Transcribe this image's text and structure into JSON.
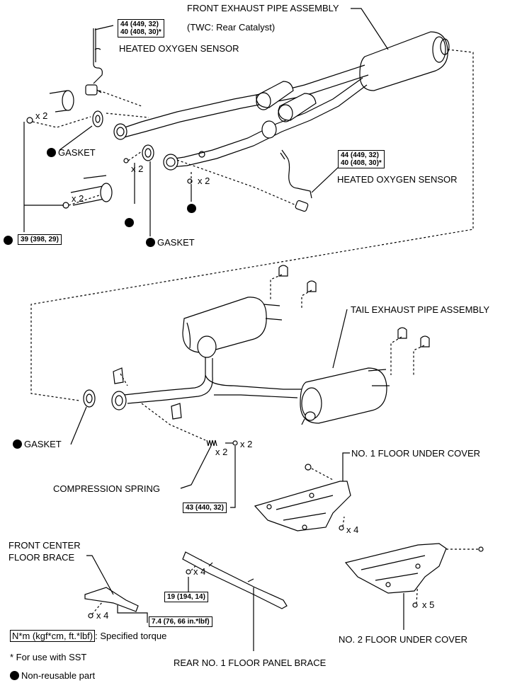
{
  "labels": {
    "front_exhaust_pipe": "FRONT EXHAUST PIPE ASSEMBLY",
    "twc_note": "(TWC: Rear Catalyst)",
    "heated_oxygen_sensor_1": "HEATED OXYGEN SENSOR",
    "heated_oxygen_sensor_2": "HEATED OXYGEN SENSOR",
    "gasket_1": "GASKET",
    "gasket_2": "GASKET",
    "gasket_3": "GASKET",
    "tail_exhaust_pipe": "TAIL EXHAUST PIPE ASSEMBLY",
    "compression_spring": "COMPRESSION SPRING",
    "no1_floor_under_cover": "NO. 1 FLOOR UNDER COVER",
    "no2_floor_under_cover": "NO. 2 FLOOR UNDER COVER",
    "front_center_floor_brace_1": "FRONT CENTER",
    "front_center_floor_brace_2": "FLOOR BRACE",
    "rear_no1_floor_panel_brace": "REAR NO. 1 FLOOR PANEL BRACE"
  },
  "torques": {
    "sensor_upper_a": "44 (449, 32)",
    "sensor_upper_b": "40 (408, 30)*",
    "sensor_lower_a": "44 (449, 32)",
    "sensor_lower_b": "40 (408, 30)*",
    "flange_bolts": "39 (398, 29)",
    "spring_bolts": "43 (440, 32)",
    "panel_brace": "19 (194, 14)",
    "floor_brace": "7.4 (76, 66 in.*lbf)"
  },
  "counts": {
    "c1": "x 2",
    "c2": "x 2",
    "c3": "x 2",
    "c4": "x 2",
    "c5": "x 2",
    "c6": "x 2",
    "c7": "x 4",
    "c8": "x 4",
    "c9": "x 4",
    "c10": "x 5"
  },
  "legend": {
    "unit_box": "N*m (kgf*cm, ft.*lbf)",
    "unit_desc": ": Specified torque",
    "sst_note": "* For use with SST",
    "nonreusable": "Non-reusable part"
  }
}
